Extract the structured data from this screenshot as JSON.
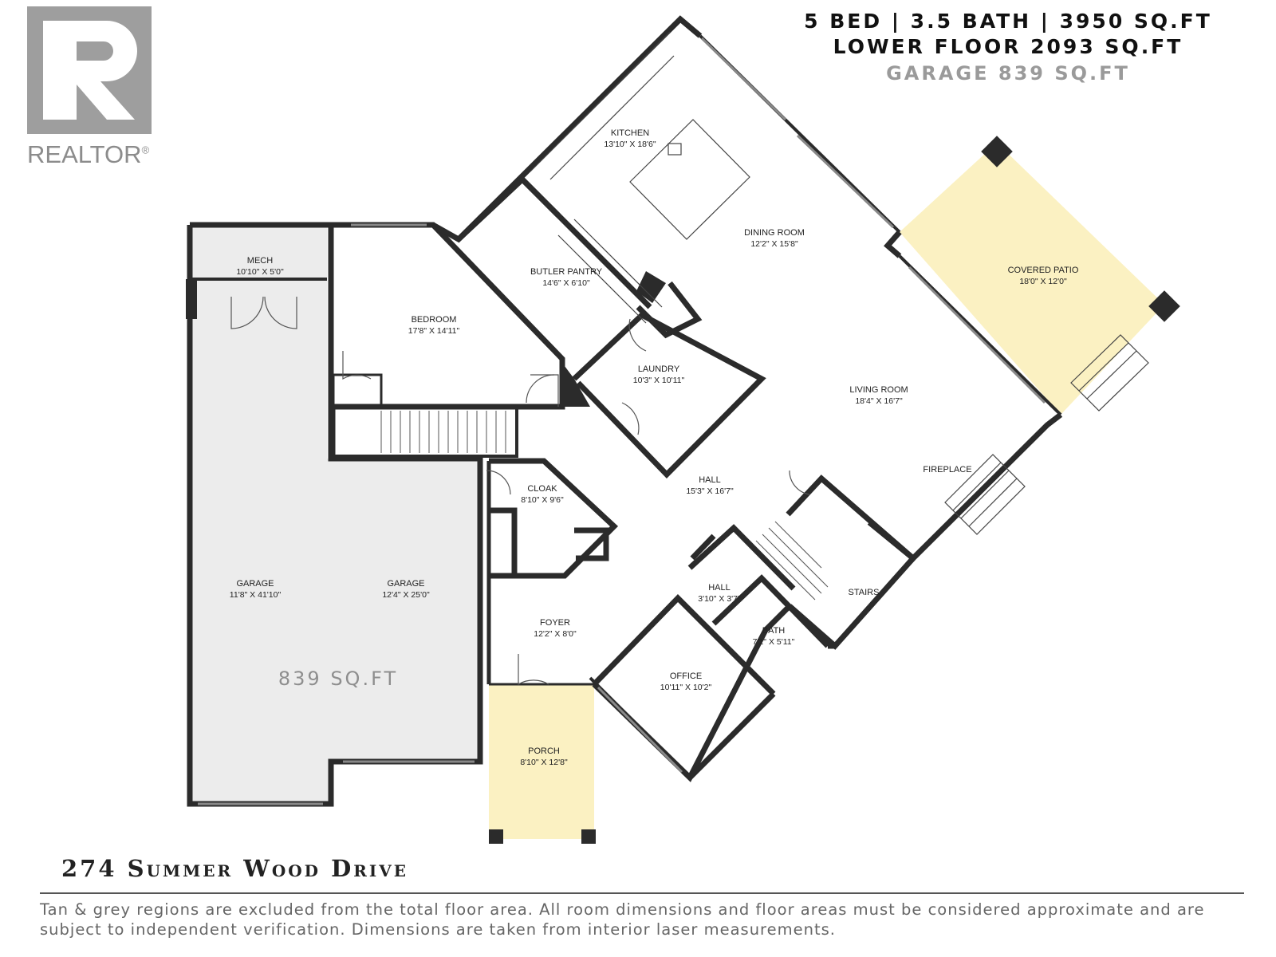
{
  "header": {
    "line1": "5 BED | 3.5 BATH | 3950 SQ.FT",
    "line2": "LOWER FLOOR 2093 SQ.FT",
    "line3": "GARAGE 839 SQ.FT"
  },
  "logo": {
    "text": "REALTOR",
    "mark": "®",
    "icon": "realtor-r-logo"
  },
  "rooms": {
    "kitchen": {
      "name": "KITCHEN",
      "dim": "13'10\" X 18'6\""
    },
    "dining": {
      "name": "DINING ROOM",
      "dim": "12'2\" X 15'8\""
    },
    "covered_patio": {
      "name": "COVERED PATIO",
      "dim": "18'0\" X 12'0\""
    },
    "mech": {
      "name": "MECH",
      "dim": "10'10\" X 5'0\""
    },
    "butler": {
      "name": "BUTLER PANTRY",
      "dim": "14'6\" X 6'10\""
    },
    "bedroom": {
      "name": "BEDROOM",
      "dim": "17'8\" X 14'11\""
    },
    "laundry": {
      "name": "LAUNDRY",
      "dim": "10'3\" X 10'11\""
    },
    "living": {
      "name": "LIVING ROOM",
      "dim": "18'4\" X 16'7\""
    },
    "hall_main": {
      "name": "HALL",
      "dim": "15'3\" X 16'7\""
    },
    "fireplace": {
      "name": "FIREPLACE"
    },
    "cloak": {
      "name": "CLOAK",
      "dim": "8'10\" X 9'6\""
    },
    "garage_left": {
      "name": "GARAGE",
      "dim": "11'8\" X 41'10\""
    },
    "garage_right": {
      "name": "GARAGE",
      "dim": "12'4\" X 25'0\""
    },
    "hall_small": {
      "name": "HALL",
      "dim": "3'10\" X 3'7\""
    },
    "stairs": {
      "name": "STAIRS"
    },
    "bath": {
      "name": "BATH",
      "dim": "7'1\" X 5'11\""
    },
    "foyer": {
      "name": "FOYER",
      "dim": "12'2\" X 8'0\""
    },
    "office": {
      "name": "OFFICE",
      "dim": "10'11\" X 10'2\""
    },
    "porch": {
      "name": "PORCH",
      "dim": "8'10\" X 12'8\""
    }
  },
  "garage_area": "839 SQ.FT",
  "colors": {
    "wall": "#2b2b2b",
    "garage_fill": "#ececec",
    "patio_fill": "#fbf1c2",
    "porch_fill": "#fbf1c2"
  },
  "address": "274 Summer Wood Drive",
  "disclaimer": "Tan & grey regions are excluded from the total floor area. All room dimensions and floor areas must be considered approximate and are subject to independent verification. Dimensions are taken from interior laser measurements."
}
